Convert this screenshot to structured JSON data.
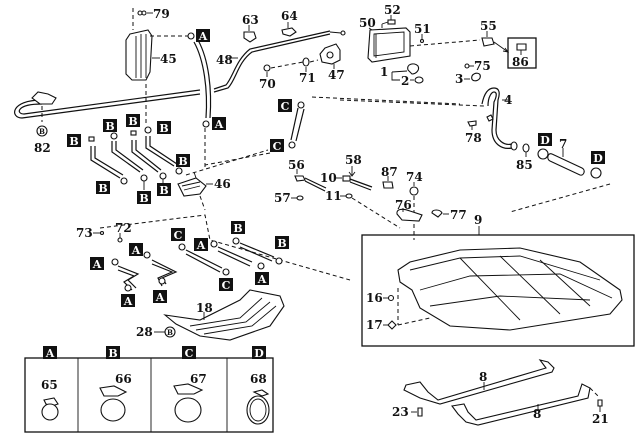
{
  "diagram": {
    "title": "Fuel tank and tube exploded parts diagram",
    "part_numbers": {
      "p1": "1",
      "p2": "2",
      "p3": "3",
      "p4": "4",
      "p7": "7",
      "p8a": "8",
      "p8b": "8",
      "p9": "9",
      "p10": "10",
      "p11": "11",
      "p16": "16",
      "p17": "17",
      "p18": "18",
      "p21": "21",
      "p23": "23",
      "p28": "28",
      "p45": "45",
      "p46": "46",
      "p47": "47",
      "p48": "48",
      "p50": "50",
      "p51": "51",
      "p52": "52",
      "p55": "55",
      "p56": "56",
      "p57": "57",
      "p58": "58",
      "p63": "63",
      "p64": "64",
      "p65": "65",
      "p66": "66",
      "p67": "67",
      "p68": "68",
      "p70": "70",
      "p71": "71",
      "p72": "72",
      "p73": "73",
      "p74": "74",
      "p75": "75",
      "p76": "76",
      "p77": "77",
      "p78": "78",
      "p79": "79",
      "p82": "82",
      "p85": "85",
      "p86": "86",
      "p87": "87"
    },
    "clip_tags": {
      "A": "A",
      "B": "B",
      "C": "C",
      "D": "D"
    },
    "legend": [
      {
        "tag": "A",
        "part": "65"
      },
      {
        "tag": "B",
        "part": "66"
      },
      {
        "tag": "C",
        "part": "67"
      },
      {
        "tag": "D",
        "part": "68"
      }
    ]
  }
}
